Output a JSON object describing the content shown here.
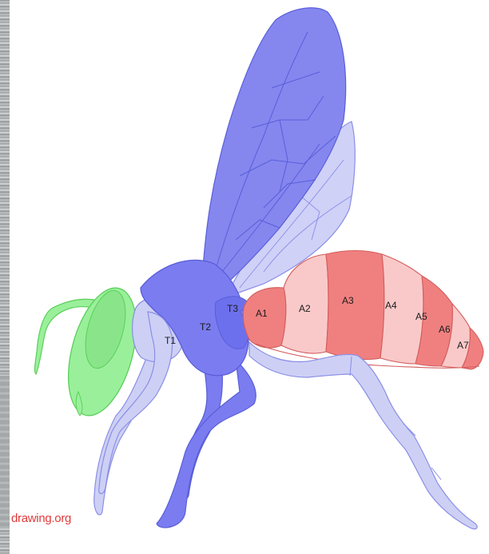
{
  "figure": {
    "segment_labels": {
      "t1": "T1",
      "t2": "T2",
      "t3": "T3",
      "a1": "A1",
      "a2": "A2",
      "a3": "A3",
      "a4": "A4",
      "a5": "A5",
      "a6": "A6",
      "a7": "A7"
    },
    "credit": "drawing.org"
  },
  "colors": {
    "head": "#9af09a",
    "thorax": "#7a7cf0",
    "wing_fore": "#8587ef",
    "wing_hind": "#cfd1f7",
    "leg": "#cdd0f4",
    "abdomen_dark": "#f08080",
    "abdomen_light": "#f9c9c9",
    "credit": "#e23a3a"
  }
}
